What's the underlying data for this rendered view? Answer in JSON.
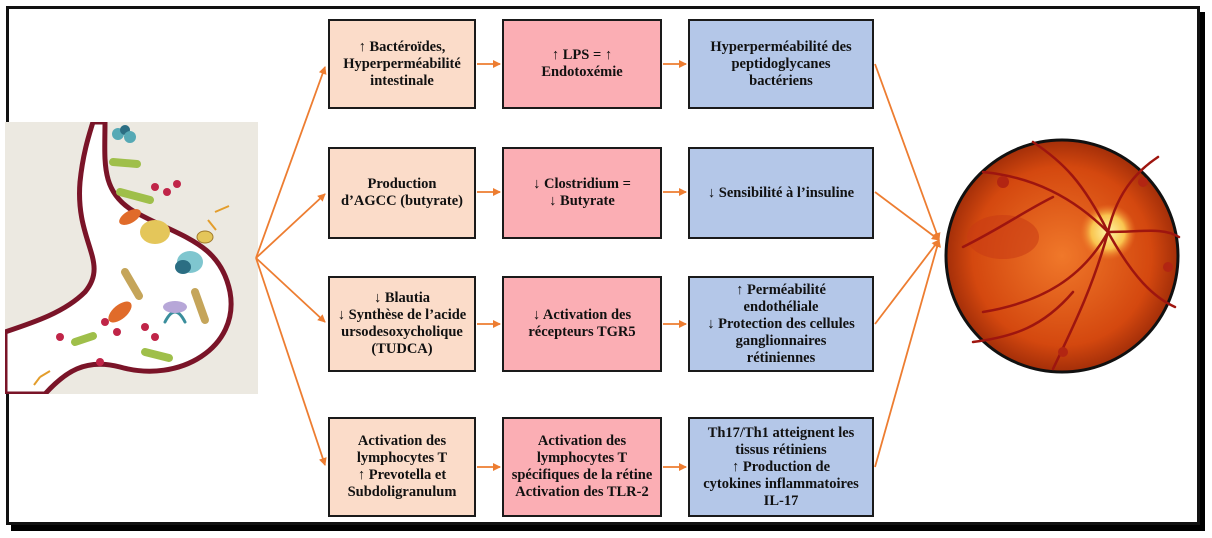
{
  "colors": {
    "frame": "#111111",
    "arrow": "#ED7D31",
    "column1_fill": "#FBDCC9",
    "column2_fill": "#FBAEB4",
    "column3_fill": "#B4C7E8",
    "retina": "#D24A12"
  },
  "illustrations": {
    "left": "stomach-microbiota-illustration",
    "right": "retina-fundus-illustration"
  },
  "rows": [
    {
      "col1": "↑ Bactéroïdes,\nHyperperméabilité\nintestinale",
      "col2": "↑ LPS = ↑ Endotoxémie",
      "col3": "Hyperperméabilité des\npeptidoglycanes\nbactériens"
    },
    {
      "col1": "Production\nd’AGCC (butyrate)",
      "col2": "↓ Clostridium  =\n↓ Butyrate",
      "col3": "↓ Sensibilité à l’insuline"
    },
    {
      "col1": "↓ Blautia\n↓ Synthèse de l’acide\nursodesoxycholique\n(TUDCA)",
      "col2": "↓ Activation des\nrécepteurs TGR5",
      "col3": "↑ Perméabilité\nendothéliale\n↓ Protection des cellules\nganglionnaires\nrétiniennes"
    },
    {
      "col1": "Activation des\nlymphocytes T\n↑ Prevotella et\nSubdoligranulum",
      "col2": "Activation des\nlymphocytes T\nspécifiques de la rétine\nActivation des TLR-2",
      "col3": "Th17/Th1 atteignent les\ntissus rétiniens\n↑ Production de\ncytokines inflammatoires\nIL-17"
    }
  ]
}
